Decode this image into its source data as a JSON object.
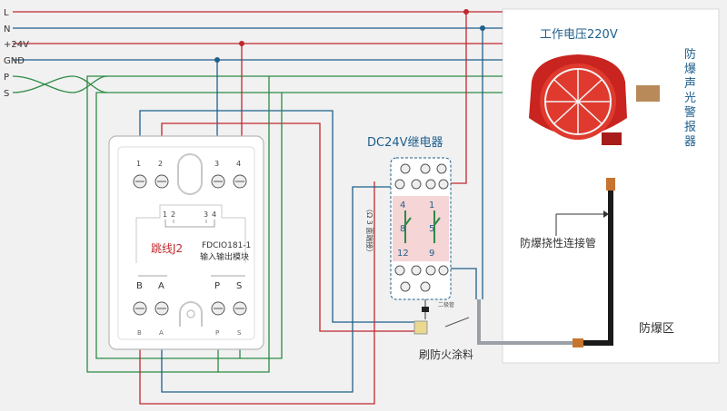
{
  "bus_labels": [
    "L",
    "N",
    "+24V",
    "GND",
    "P",
    "S"
  ],
  "module": {
    "jumper_label": "跳线J2",
    "model": "FDCIO181-1",
    "desc": "输入输出模块",
    "top_terminals": [
      "1",
      "2",
      "3",
      "4"
    ],
    "bottom_terminals": [
      "B",
      "A",
      "P",
      "S"
    ],
    "bottom_print": [
      "B",
      "A",
      "P",
      "S"
    ],
    "jumper_pins": [
      "1",
      "2",
      "3",
      "4"
    ]
  },
  "relay": {
    "title": "DC24V继电器",
    "pins_top": [
      "4",
      "1"
    ],
    "pins_mid": [
      "8",
      "5"
    ],
    "pins_bottom": [
      "12",
      "9"
    ],
    "vertical_note": "（Ω 3 面端接）"
  },
  "warning_device": {
    "voltage_label": "工作电压220V",
    "name": "防爆声光警报器"
  },
  "labels": {
    "conduit": "防爆挠性连接管",
    "zone": "防爆区",
    "fireproof": "刷防火涂料",
    "diode_note": "二极管"
  },
  "colors": {
    "red": "#c0282e",
    "blue": "#1e5f8c",
    "green": "#2e8b45",
    "dark_red": "#8c1c1c"
  }
}
